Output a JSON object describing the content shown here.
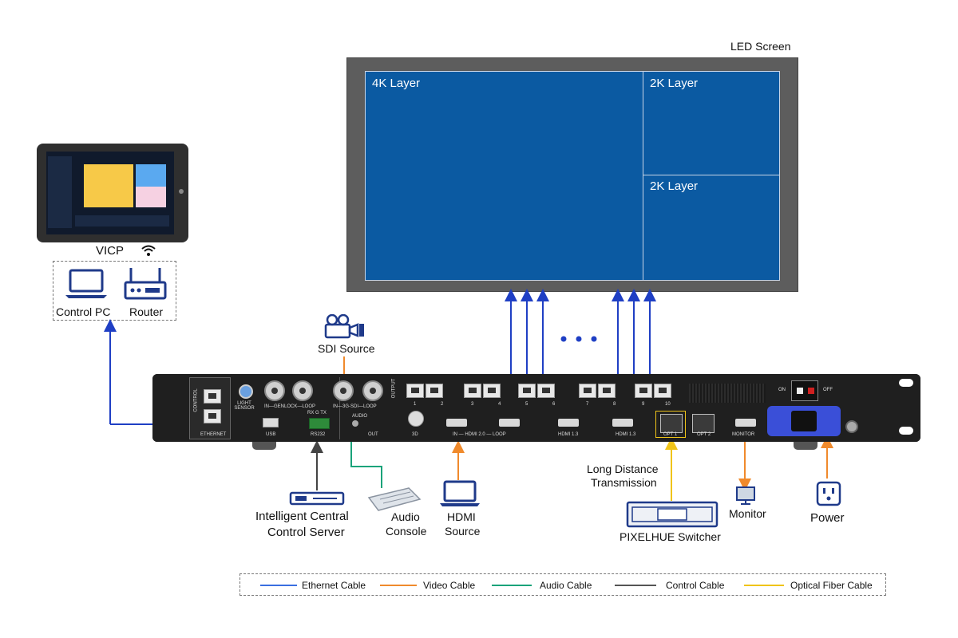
{
  "screen": {
    "title": "LED Screen",
    "layers": [
      "4K Layer",
      "2K Layer",
      "2K Layer"
    ]
  },
  "controller": {
    "tablet_label": "VICP",
    "pc_label": "Control PC",
    "router_label": "Router"
  },
  "sources": {
    "sdi": "SDI Source",
    "server_line1": "Intelligent Central",
    "server_line2": "Control Server",
    "audio_line1": "Audio",
    "audio_line2": "Console",
    "hdmi_line1": "HDMI",
    "hdmi_line2": "Source",
    "long_line1": "Long Distance",
    "long_line2": "Transmission",
    "switcher": "PIXELHUE Switcher",
    "monitor": "Monitor",
    "power": "Power"
  },
  "device_labels": {
    "control": "CONTROL",
    "ethernet": "ETHERNET",
    "light_sensor": "LIGHT SENSOR",
    "usb": "USB",
    "rs232": "RS232",
    "rxgtx": "RX G TX",
    "genlock": "IN—GENLOCK—LOOP",
    "sdi": "IN—3G-SDI—LOOP",
    "audio": "AUDIO",
    "out": "OUT",
    "three_d": "3D",
    "hdmi20": "IN — HDMI 2.0 — LOOP",
    "hdmi13a": "HDMI 1.3",
    "hdmi13b": "HDMI 1.3",
    "opt1": "OPT 1",
    "opt2": "OPT 2",
    "monitor": "MONITOR",
    "output": "OUTPUT",
    "on": "ON",
    "off": "OFF",
    "ports": [
      "1",
      "2",
      "3",
      "4",
      "5",
      "6",
      "7",
      "8",
      "9",
      "10"
    ]
  },
  "legend": [
    {
      "label": "Ethernet Cable",
      "color": "#3a6fe0"
    },
    {
      "label": "Video Cable",
      "color": "#f08a2c"
    },
    {
      "label": "Audio Cable",
      "color": "#1aa37a"
    },
    {
      "label": "Control Cable",
      "color": "#555555"
    },
    {
      "label": "Optical Fiber Cable",
      "color": "#f0c419"
    }
  ],
  "colors": {
    "ethernet": "#1f3fc4",
    "video": "#f08a2c",
    "audio": "#1aa37a",
    "control": "#444444",
    "fiber": "#f0c419",
    "icon_blue": "#1f3a8a"
  }
}
